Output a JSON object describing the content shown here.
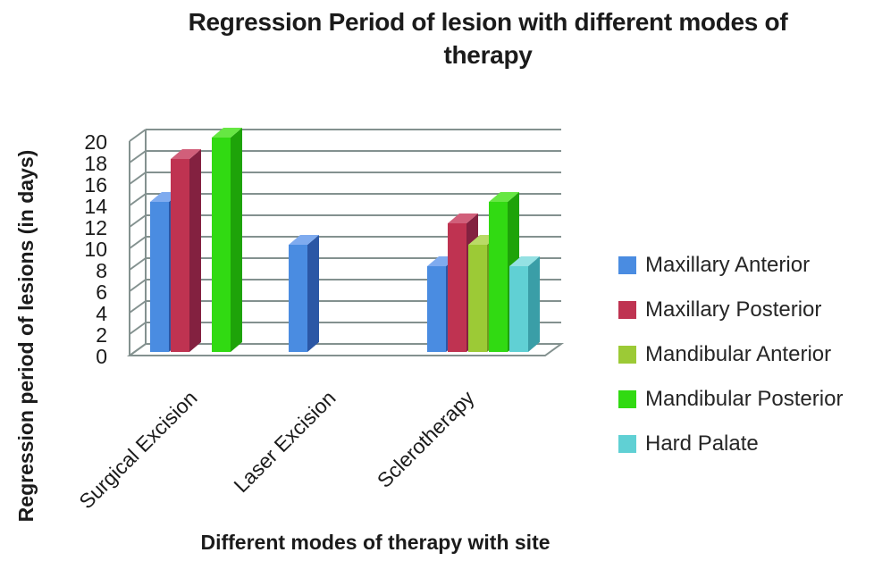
{
  "chart_data": {
    "type": "bar",
    "style": "3d-column",
    "title": "Regression Period of lesion with different modes of therapy",
    "title_lines": [
      "Regression Period of lesion with different modes of",
      "therapy"
    ],
    "xlabel": "Different modes of therapy with site",
    "ylabel": "Regression period of lesions (in days)",
    "ylim": [
      0,
      20
    ],
    "ytick_step": 2,
    "yticks": [
      0,
      2,
      4,
      6,
      8,
      10,
      12,
      14,
      16,
      18,
      20
    ],
    "grid": true,
    "legend_position": "right",
    "categories": [
      "Surgical Excision",
      "Laser Excision",
      "Sclerotherapy"
    ],
    "series": [
      {
        "name": "Maxillary Anterior",
        "values": [
          14,
          10,
          8
        ],
        "color": "#4a8ce1",
        "color_top": "#7fabef",
        "color_side": "#2b57a5"
      },
      {
        "name": "Maxillary Posterior",
        "values": [
          18,
          0,
          12
        ],
        "color": "#bf3351",
        "color_top": "#d15f7a",
        "color_side": "#832140"
      },
      {
        "name": "Mandibular Anterior",
        "values": [
          0,
          0,
          10
        ],
        "color": "#9cca36",
        "color_top": "#bada66",
        "color_side": "#6f9a1f"
      },
      {
        "name": "Mandibular Posterior",
        "values": [
          20,
          0,
          14
        ],
        "color": "#31da12",
        "color_top": "#66e743",
        "color_side": "#1ea309"
      },
      {
        "name": "Hard Palate",
        "values": [
          0,
          0,
          8
        ],
        "color": "#60d0d4",
        "color_top": "#94e1e3",
        "color_side": "#3a9ea7"
      }
    ],
    "gridline_color": "#83918f",
    "text_color": "#1b1b1b"
  }
}
